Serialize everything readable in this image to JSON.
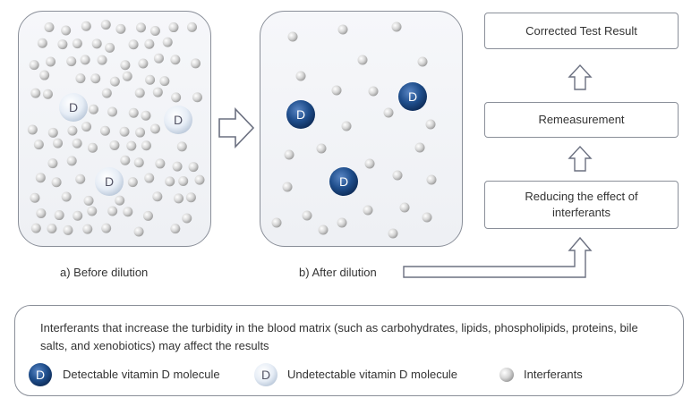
{
  "panels": {
    "before": {
      "caption": "a) Before dilution"
    },
    "after": {
      "caption": "b) After dilution"
    }
  },
  "flow": {
    "corrected": "Corrected Test Result",
    "remeasurement": "Remeasurement",
    "reducing": "Reducing the effect of interferants"
  },
  "molecule_letter": "D",
  "legend": {
    "description": "Interferants that increase the turbidity in the blood matrix (such as carbohydrates, lipids, phospholipids, proteins, bile salts, and xenobiotics) may affect the results",
    "detectable": "Detectable vitamin D molecule",
    "undetectable": "Undetectable vitamin D molecule",
    "interferants": "Interferants"
  },
  "colors": {
    "detectable": "#1f4e8c",
    "undetectable": "#dce6f2",
    "interferant": "#c9c9c9",
    "border": "#8a8f99"
  }
}
